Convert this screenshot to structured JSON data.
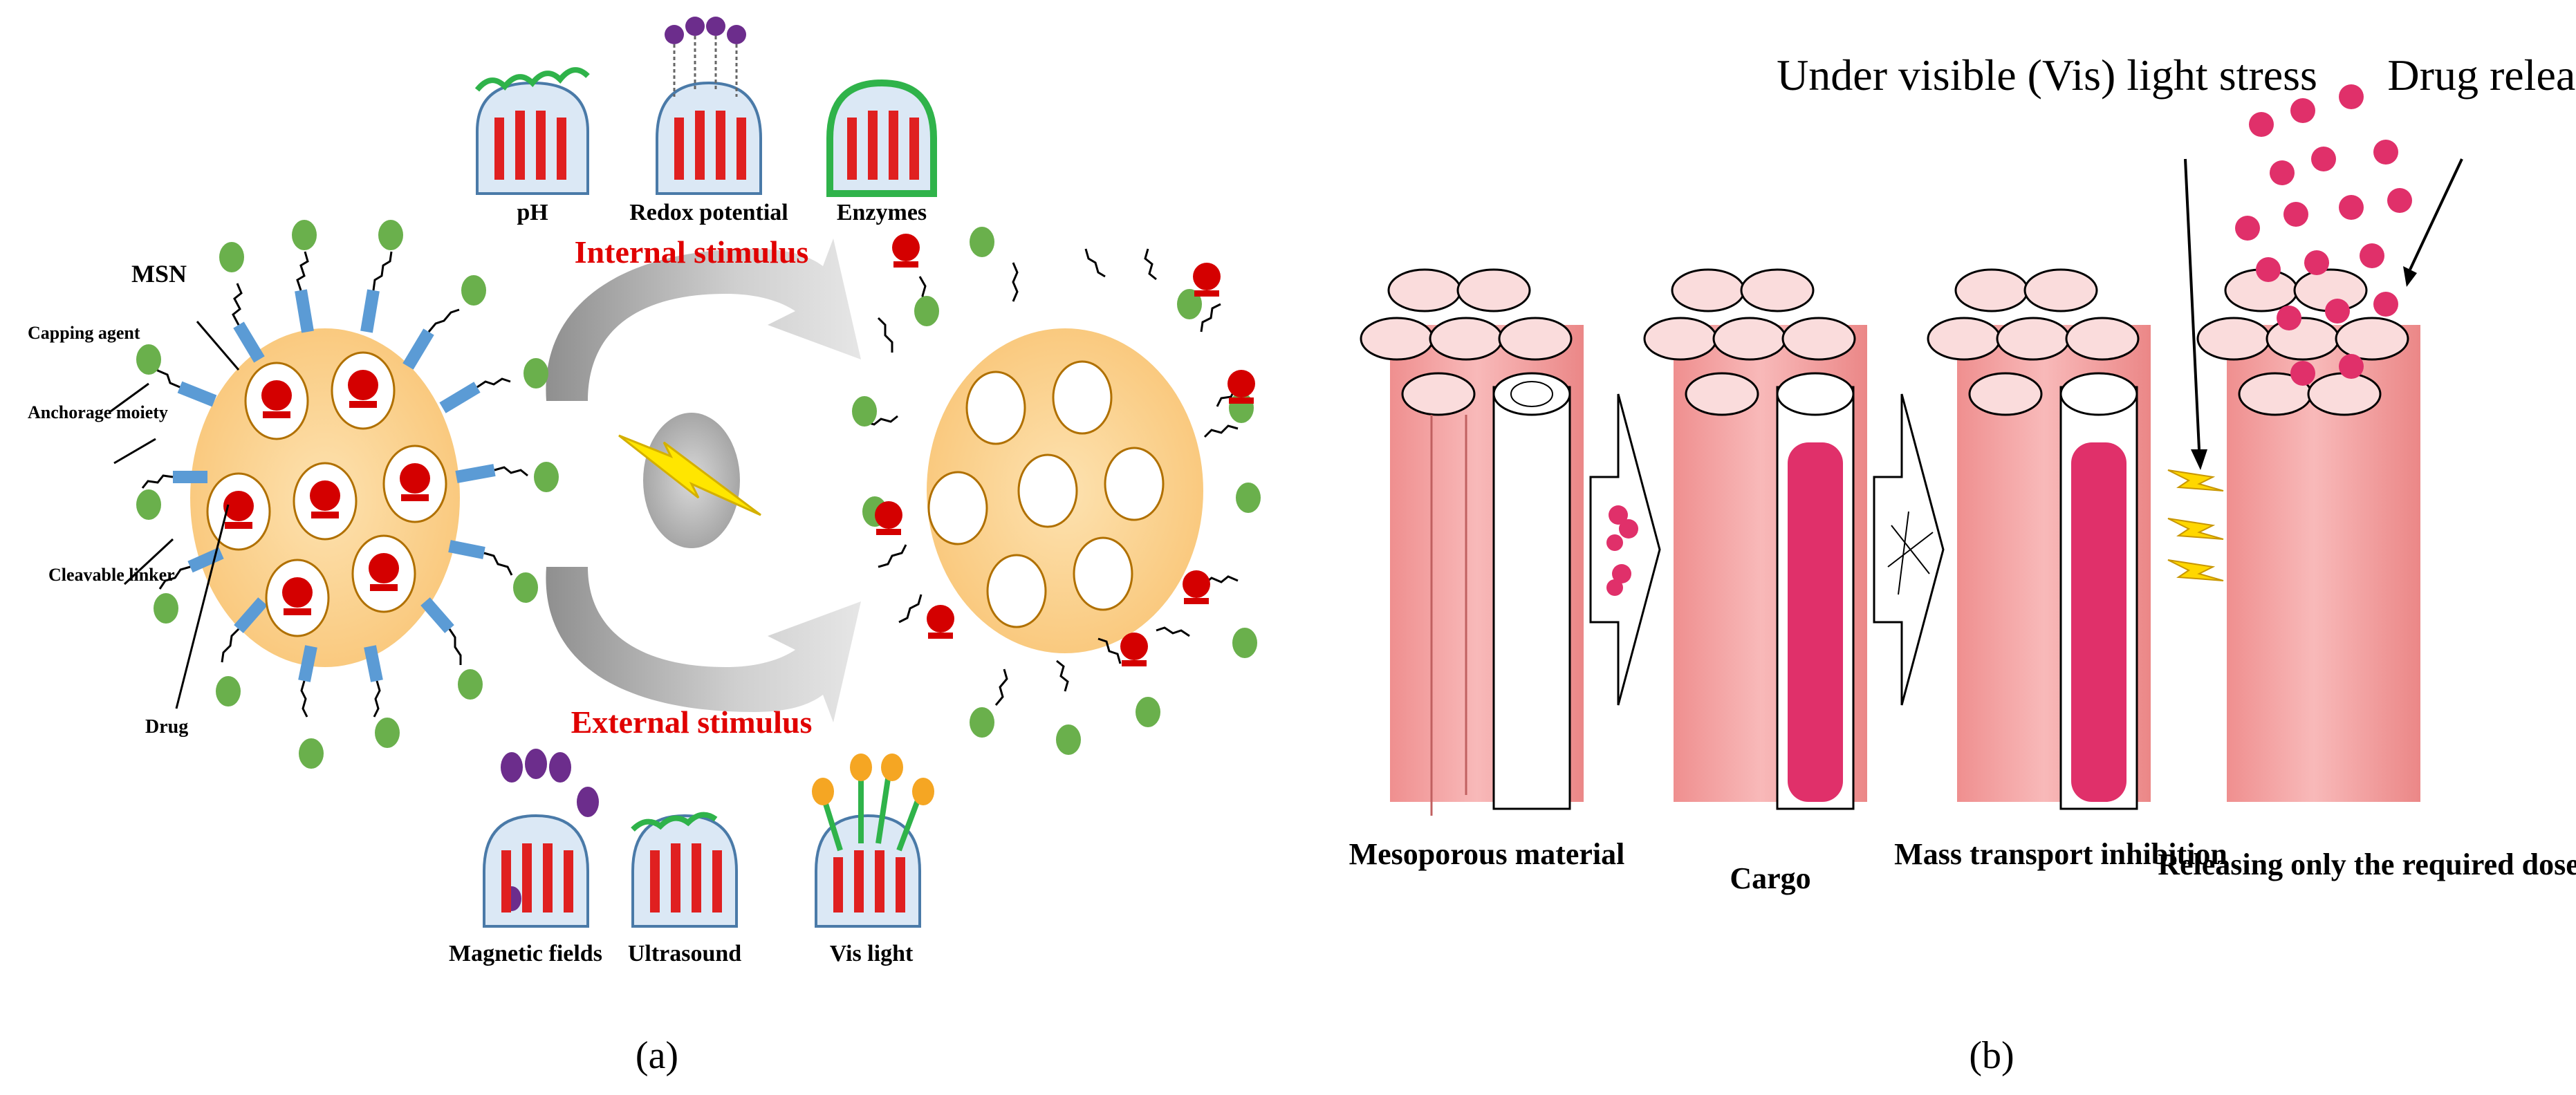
{
  "panel_a": {
    "panel_label": "(a)",
    "stimuli_internal": {
      "heading": "Internal stimulus",
      "items": [
        "pH",
        "Redox potential",
        "Enzymes"
      ]
    },
    "stimuli_external": {
      "heading": "External stimulus",
      "items": [
        "Magnetic fields",
        "Ultrasound",
        "Vis light"
      ]
    },
    "annotations": [
      "MSN",
      "Capping agent",
      "Anchorage moiety",
      "Cleavable linker",
      "Drug"
    ],
    "colors": {
      "particle": "#fbd38d",
      "drug": "#d40000",
      "cap": "#6ab04c",
      "linker": "#5b9bd5",
      "stimulus_text": "#e00000"
    }
  },
  "panel_b": {
    "panel_label": "(b)",
    "stages": [
      "Mesoporous material",
      "Cargo",
      "Mass transport inhibition",
      "Releasing only the required dose"
    ],
    "callouts": {
      "light": "Under visible (Vis) light stress",
      "release": "Drug release"
    },
    "colors": {
      "tube": "#f4a6a6",
      "molecule": "#e0306a",
      "bolt": "#ffd700"
    }
  }
}
